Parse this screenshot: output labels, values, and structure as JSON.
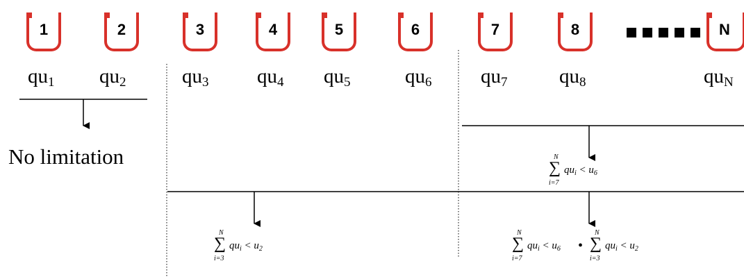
{
  "segments": [
    {
      "num": "1"
    },
    {
      "num": "2"
    },
    {
      "num": "3"
    },
    {
      "num": "4"
    },
    {
      "num": "5"
    },
    {
      "num": "6"
    },
    {
      "num": "7"
    },
    {
      "num": "8"
    },
    {
      "num": "N"
    }
  ],
  "quantities": [
    {
      "base": "qu",
      "sub": "1"
    },
    {
      "base": "qu",
      "sub": "2"
    },
    {
      "base": "qu",
      "sub": "3"
    },
    {
      "base": "qu",
      "sub": "4"
    },
    {
      "base": "qu",
      "sub": "5"
    },
    {
      "base": "qu",
      "sub": "6"
    },
    {
      "base": "qu",
      "sub": "7"
    },
    {
      "base": "qu",
      "sub": "8"
    },
    {
      "base": "qu",
      "sub": "N"
    }
  ],
  "no_limitation": "No limitation",
  "formula_top": {
    "upper": "N",
    "lower": "i=7",
    "lhs": "qu",
    "lhs_sub": "i",
    "op": "<",
    "rhs": "u",
    "rhs_sub": "6"
  },
  "formula_left": {
    "upper": "N",
    "lower": "i=3",
    "lhs": "qu",
    "lhs_sub": "i",
    "op": "<",
    "rhs": "u",
    "rhs_sub": "2"
  },
  "formula_combined": {
    "first": {
      "upper": "N",
      "lower": "i=7",
      "lhs": "qu",
      "lhs_sub": "i",
      "op": "<",
      "rhs": "u",
      "rhs_sub": "6"
    },
    "joiner": "•",
    "second": {
      "upper": "N",
      "lower": "i=3",
      "lhs": "qu",
      "lhs_sub": "i",
      "op": "<",
      "rhs": "u",
      "rhs_sub": "2"
    }
  },
  "colors": {
    "segment": "#d8312a",
    "ink": "#000000"
  }
}
